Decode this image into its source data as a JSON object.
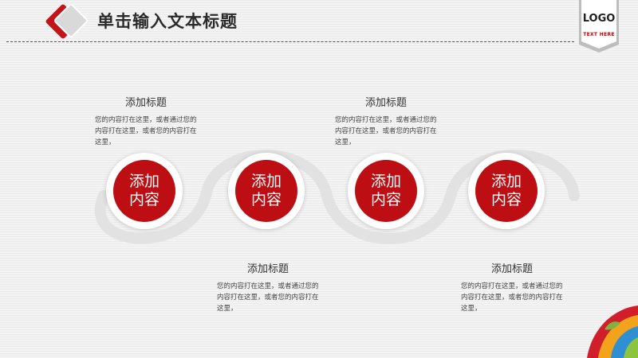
{
  "header": {
    "title": "单击输入文本标题",
    "badge_logo": "LOGO",
    "badge_sub": "TEXT HERE"
  },
  "colors": {
    "accent": "#bd0f13",
    "title": "#2b2b2b"
  },
  "steps": [
    {
      "circle_text": "添加\n内容",
      "title": "添加标题",
      "body": "您的内容打在这里，或者通过您的内容打在这里，或者您的内容打在这里，"
    },
    {
      "circle_text": "添加\n内容",
      "title": "添加标题",
      "body": "您的内容打在这里，或者通过您的内容打在这里，或者您的内容打在这里，"
    },
    {
      "circle_text": "添加\n内容",
      "title": "添加标题",
      "body": "您的内容打在这里，或者通过您的内容打在这里，或者您的内容打在这里，"
    },
    {
      "circle_text": "添加\n内容",
      "title": "添加标题",
      "body": "您的内容打在这里，或者通过您的内容打在这里，或者您的内容打在这里，"
    }
  ]
}
